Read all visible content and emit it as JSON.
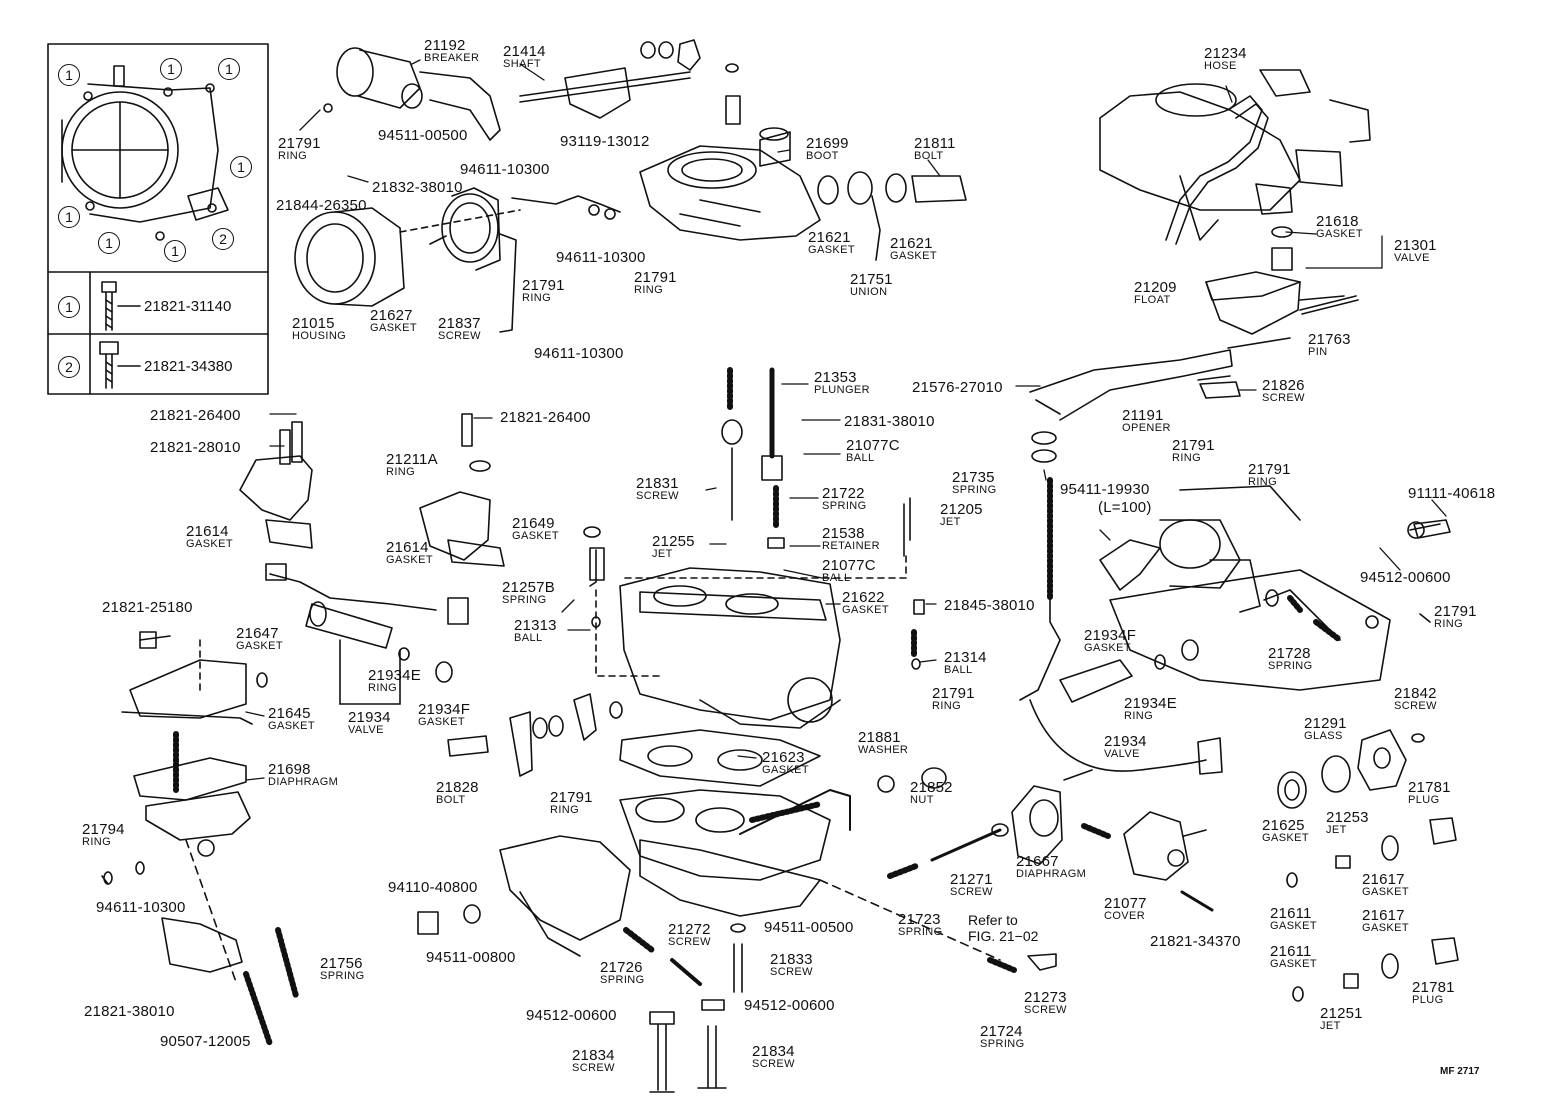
{
  "legend": {
    "marks": [
      "1",
      "2"
    ],
    "rows": [
      {
        "mark": "1",
        "code": "21821-31140"
      },
      {
        "mark": "2",
        "code": "21821-34380"
      }
    ]
  },
  "parts": [
    {
      "num": "21192",
      "name": "BREAKER"
    },
    {
      "num": "21414",
      "name": "SHAFT"
    },
    {
      "num": "21791",
      "name": "RING"
    },
    {
      "num": "94511-00500",
      "name": ""
    },
    {
      "num": "94611-10300",
      "name": ""
    },
    {
      "num": "93119-13012",
      "name": ""
    },
    {
      "num": "21699",
      "name": "BOOT"
    },
    {
      "num": "21811",
      "name": "BOLT"
    },
    {
      "num": "21832-38010",
      "name": ""
    },
    {
      "num": "21844-26350",
      "name": ""
    },
    {
      "num": "21015",
      "name": "HOUSING"
    },
    {
      "num": "21627",
      "name": "GASKET"
    },
    {
      "num": "21837",
      "name": "SCREW"
    },
    {
      "num": "21791",
      "name": "RING"
    },
    {
      "num": "94611-10300",
      "name": ""
    },
    {
      "num": "21791",
      "name": "RING"
    },
    {
      "num": "94611-10300",
      "name": ""
    },
    {
      "num": "21621",
      "name": "GASKET"
    },
    {
      "num": "21751",
      "name": "UNION"
    },
    {
      "num": "21621",
      "name": "GASKET"
    },
    {
      "num": "21234",
      "name": "HOSE"
    },
    {
      "num": "21618",
      "name": "GASKET"
    },
    {
      "num": "21301",
      "name": "VALVE"
    },
    {
      "num": "21209",
      "name": "FLOAT"
    },
    {
      "num": "21763",
      "name": "PIN"
    },
    {
      "num": "21821-26400",
      "name": ""
    },
    {
      "num": "21821-28010",
      "name": ""
    },
    {
      "num": "21821-26400",
      "name": ""
    },
    {
      "num": "21211A",
      "name": "RING"
    },
    {
      "num": "21614",
      "name": "GASKET"
    },
    {
      "num": "21614",
      "name": "GASKET"
    },
    {
      "num": "21353",
      "name": "PLUNGER"
    },
    {
      "num": "21831-38010",
      "name": ""
    },
    {
      "num": "21077C",
      "name": "BALL"
    },
    {
      "num": "21831",
      "name": "SCREW"
    },
    {
      "num": "21722",
      "name": "SPRING"
    },
    {
      "num": "21649",
      "name": "GASKET"
    },
    {
      "num": "21255",
      "name": "JET"
    },
    {
      "num": "21538",
      "name": "RETAINER"
    },
    {
      "num": "21077C",
      "name": "BALL"
    },
    {
      "num": "21205",
      "name": "JET"
    },
    {
      "num": "21576-27010",
      "name": ""
    },
    {
      "num": "21826",
      "name": "SCREW"
    },
    {
      "num": "21191",
      "name": "OPENER"
    },
    {
      "num": "21791",
      "name": "RING"
    },
    {
      "num": "21791",
      "name": "RING"
    },
    {
      "num": "21735",
      "name": "SPRING"
    },
    {
      "num": "95411-19930",
      "name": ""
    },
    {
      "num": "(L=100)",
      "name": ""
    },
    {
      "num": "91111-40618",
      "name": ""
    },
    {
      "num": "94512-00600",
      "name": ""
    },
    {
      "num": "21791",
      "name": "RING"
    },
    {
      "num": "21821-25180",
      "name": ""
    },
    {
      "num": "21257B",
      "name": "SPRING"
    },
    {
      "num": "21313",
      "name": "BALL"
    },
    {
      "num": "21622",
      "name": "GASKET"
    },
    {
      "num": "21845-38010",
      "name": ""
    },
    {
      "num": "21647",
      "name": "GASKET"
    },
    {
      "num": "21314",
      "name": "BALL"
    },
    {
      "num": "21934F",
      "name": "GASKET"
    },
    {
      "num": "21728",
      "name": "SPRING"
    },
    {
      "num": "21934E",
      "name": "RING"
    },
    {
      "num": "21934E",
      "name": "RING"
    },
    {
      "num": "21645",
      "name": "GASKET"
    },
    {
      "num": "21934",
      "name": "VALVE"
    },
    {
      "num": "21934F",
      "name": "GASKET"
    },
    {
      "num": "21791",
      "name": "RING"
    },
    {
      "num": "21934",
      "name": "VALVE"
    },
    {
      "num": "21842",
      "name": "SCREW"
    },
    {
      "num": "21698",
      "name": "DIAPHRAGM"
    },
    {
      "num": "21828",
      "name": "BOLT"
    },
    {
      "num": "21623",
      "name": "GASKET"
    },
    {
      "num": "21881",
      "name": "WASHER"
    },
    {
      "num": "21291",
      "name": "GLASS"
    },
    {
      "num": "21781",
      "name": "PLUG"
    },
    {
      "num": "21794",
      "name": "RING"
    },
    {
      "num": "21791",
      "name": "RING"
    },
    {
      "num": "21852",
      "name": "NUT"
    },
    {
      "num": "21253",
      "name": "JET"
    },
    {
      "num": "21625",
      "name": "GASKET"
    },
    {
      "num": "21667",
      "name": "DIAPHRAGM"
    },
    {
      "num": "94611-10300",
      "name": ""
    },
    {
      "num": "21617",
      "name": "GASKET"
    },
    {
      "num": "21271",
      "name": "SCREW"
    },
    {
      "num": "21077",
      "name": "COVER"
    },
    {
      "num": "94110-40800",
      "name": ""
    },
    {
      "num": "21723",
      "name": "SPRING"
    },
    {
      "num": "21611",
      "name": "GASKET"
    },
    {
      "num": "21617",
      "name": "GASKET"
    },
    {
      "num": "94511-00800",
      "name": ""
    },
    {
      "num": "21272",
      "name": "SCREW"
    },
    {
      "num": "94511-00500",
      "name": ""
    },
    {
      "num": "21821-34370",
      "name": ""
    },
    {
      "num": "21611",
      "name": "GASKET"
    },
    {
      "num": "21756",
      "name": "SPRING"
    },
    {
      "num": "21726",
      "name": "SPRING"
    },
    {
      "num": "21833",
      "name": "SCREW"
    },
    {
      "num": "21273",
      "name": "SCREW"
    },
    {
      "num": "21781",
      "name": "PLUG"
    },
    {
      "num": "21821-38010",
      "name": ""
    },
    {
      "num": "94512-00600",
      "name": ""
    },
    {
      "num": "94512-00600",
      "name": ""
    },
    {
      "num": "21251",
      "name": "JET"
    },
    {
      "num": "90507-12005",
      "name": ""
    },
    {
      "num": "21724",
      "name": "SPRING"
    },
    {
      "num": "21834",
      "name": "SCREW"
    },
    {
      "num": "21834",
      "name": "SCREW"
    }
  ],
  "reference_note": {
    "line1": "Refer to",
    "line2": "FIG. 21−02"
  },
  "figure_code": "MF 2717"
}
